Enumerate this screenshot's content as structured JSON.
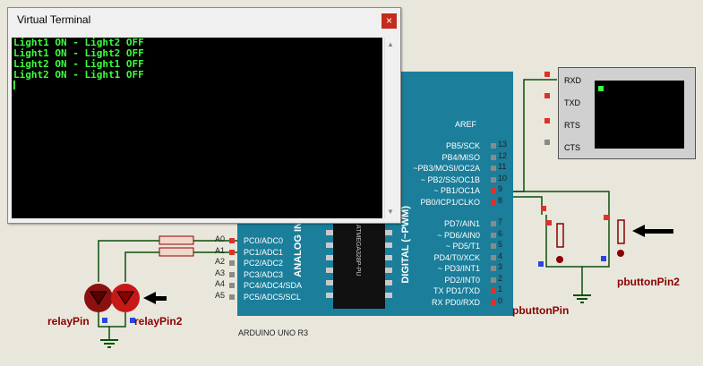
{
  "terminal": {
    "title": "Virtual Terminal",
    "close": "×",
    "lines": [
      "Light1 ON - Light2 OFF",
      "Light1 ON - Light2 OFF",
      "Light2 ON - Light1 OFF",
      "Light2 ON - Light1 OFF"
    ]
  },
  "board": {
    "name": "ARDUINO UNO R3",
    "aref": "AREF",
    "right_pins": [
      {
        "label": "PB5/SCK",
        "num": "13"
      },
      {
        "label": "PB4/MISO",
        "num": "12"
      },
      {
        "label": "~PB3/MOSI/OC2A",
        "num": "11"
      },
      {
        "label": "~ PB2/SS/OC1B",
        "num": "10"
      },
      {
        "label": "~ PB1/OC1A",
        "num": "9"
      },
      {
        "label": "PB0/ICP1/CLKO",
        "num": "8"
      },
      {
        "label": "PD7/AIN1",
        "num": "7"
      },
      {
        "label": "~ PD6/AIN0",
        "num": "6"
      },
      {
        "label": "~ PD5/T1",
        "num": "5"
      },
      {
        "label": "PD4/T0/XCK",
        "num": "4"
      },
      {
        "label": "~ PD3/INT1",
        "num": "3"
      },
      {
        "label": "PD2/INT0",
        "num": "2"
      },
      {
        "label": "TX PD1/TXD",
        "num": "1"
      },
      {
        "label": "RX PD0/RXD",
        "num": "0"
      }
    ],
    "left_pins": [
      {
        "label": "PC0/ADC0",
        "num": "A0"
      },
      {
        "label": "PC1/ADC1",
        "num": "A1"
      },
      {
        "label": "PC2/ADC2",
        "num": "A2"
      },
      {
        "label": "PC3/ADC3",
        "num": "A3"
      },
      {
        "label": "PC4/ADC4/SDA",
        "num": "A4"
      },
      {
        "label": "PC5/ADC5/SCL",
        "num": "A5"
      }
    ],
    "analog_label": "ANALOG IN",
    "digital_label": "DIGITAL (~PWM)",
    "chip_label": "ATMEGA328P-PU"
  },
  "vterm": {
    "pins": [
      "RXD",
      "TXD",
      "RTS",
      "CTS"
    ]
  },
  "labels": {
    "relay1": "relayPin",
    "relay2": "relayPin2",
    "button1": "pbuttonPin",
    "button2": "pbuttonPin2"
  },
  "colors": {
    "board": "#1b7e9a",
    "terminal_text": "#3cff3c",
    "label": "#8b0000",
    "arrow_yellow": "#ffff9a"
  }
}
